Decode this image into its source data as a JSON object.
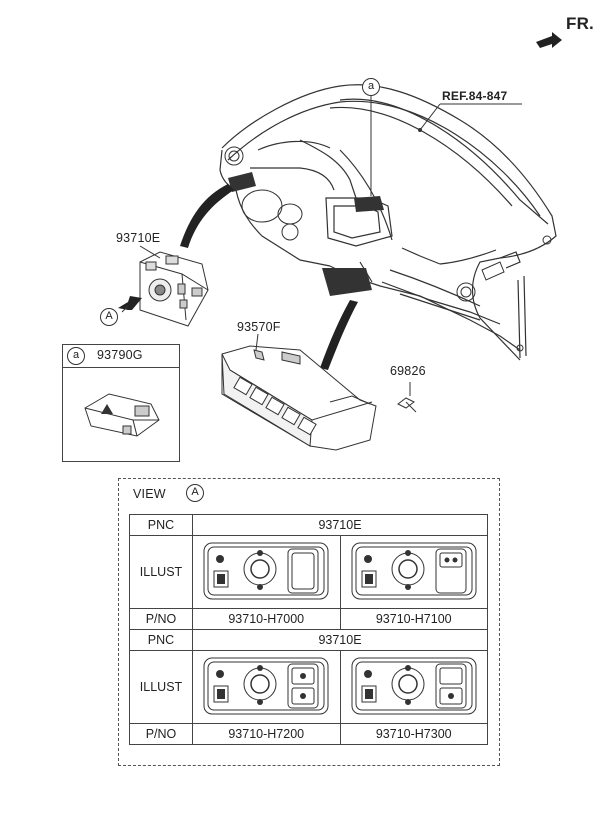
{
  "header": {
    "fr": "FR."
  },
  "callouts": {
    "ref": "REF.84-847",
    "part_93710E": "93710E",
    "part_93570F": "93570F",
    "part_69826": "69826",
    "part_93790G": "93790G",
    "circle_a": "a",
    "circle_A": "A"
  },
  "view": {
    "title": "VIEW",
    "letter": "A",
    "table": [
      {
        "pnc_label": "PNC",
        "pnc": "93710E",
        "illust_label": "ILLUST",
        "pno_label": "P/NO",
        "pnos": [
          "93710-H7000",
          "93710-H7100"
        ]
      },
      {
        "pnc_label": "PNC",
        "pnc": "93710E",
        "illust_label": "ILLUST",
        "pno_label": "P/NO",
        "pnos": [
          "93710-H7200",
          "93710-H7300"
        ]
      }
    ]
  }
}
